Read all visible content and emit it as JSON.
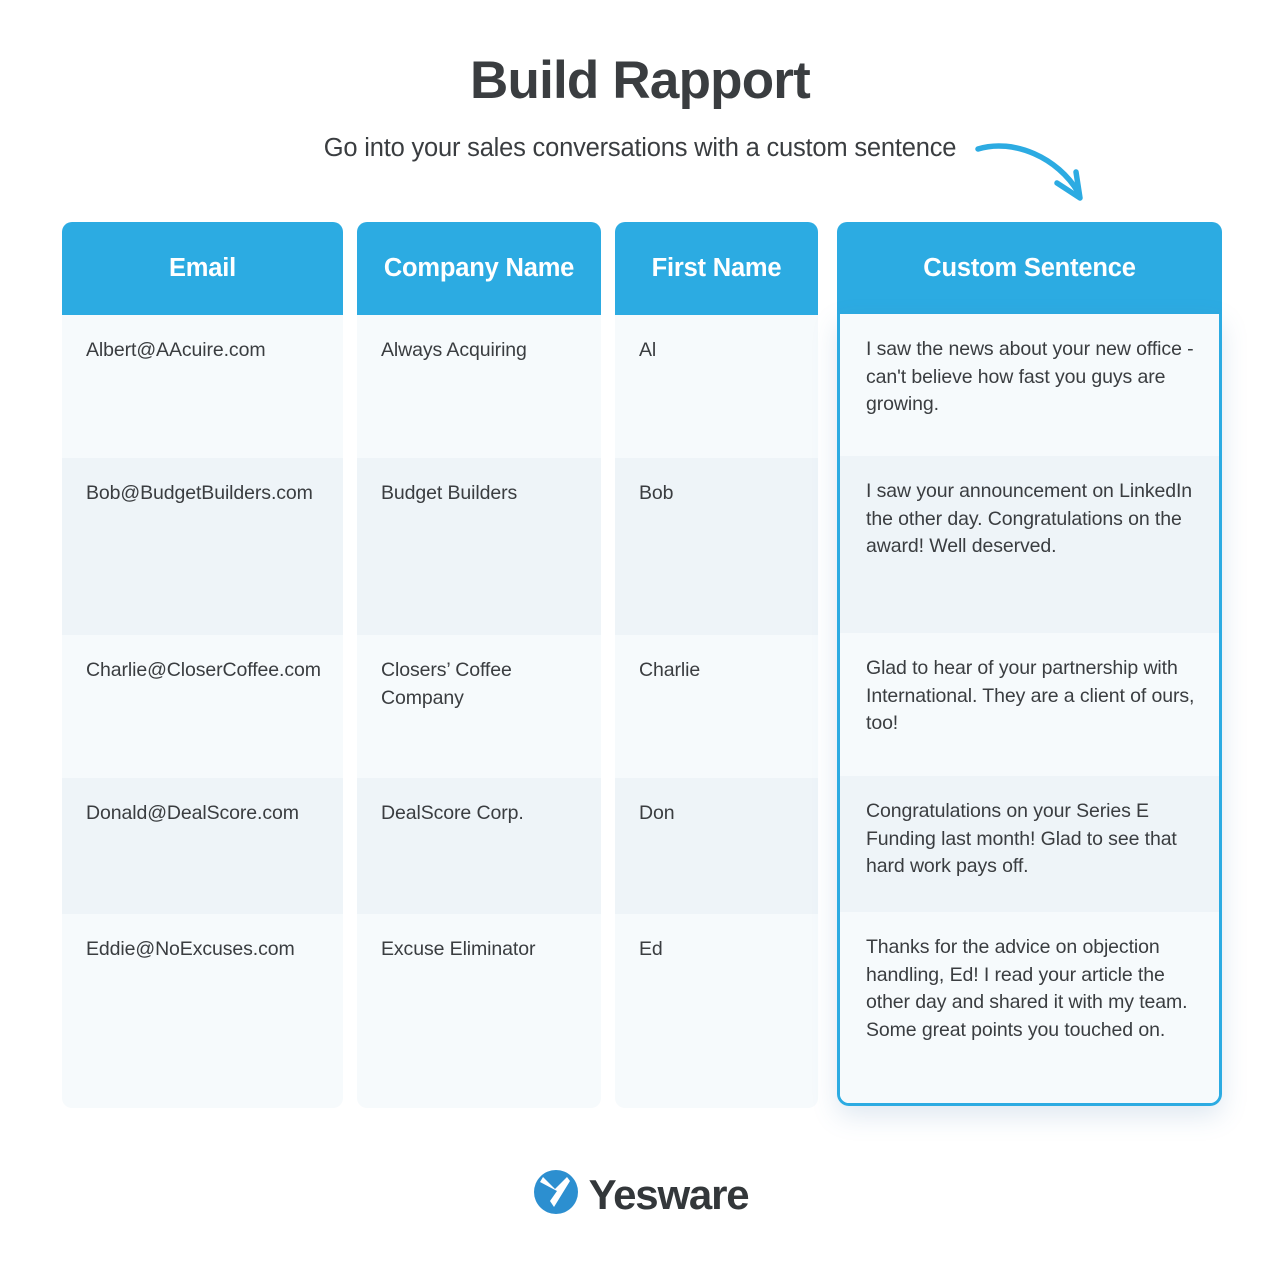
{
  "header": {
    "title": "Build Rapport",
    "subtitle": "Go into your sales conversations with a custom sentence",
    "arrow_icon": "curved-arrow-icon"
  },
  "colors": {
    "accent": "#2cabe2",
    "text": "#3a3d40",
    "row_light": "#f6fafc",
    "row_dark": "#eef4f8",
    "logo_blue": "#2c8fd0"
  },
  "table": {
    "columns": [
      {
        "key": "email",
        "label": "Email",
        "highlighted": false
      },
      {
        "key": "company",
        "label": "Company Name",
        "highlighted": false
      },
      {
        "key": "first_name",
        "label": "First Name",
        "highlighted": false
      },
      {
        "key": "custom_sentence",
        "label": "Custom Sentence",
        "highlighted": true
      }
    ],
    "rows": [
      {
        "email": "Albert@AAcuire.com",
        "company": "Always Acquiring",
        "first_name": "Al",
        "custom_sentence": "I saw the news about your new office - can't believe how fast you guys are growing."
      },
      {
        "email": "Bob@BudgetBuilders.com",
        "company": "Budget Builders",
        "first_name": "Bob",
        "custom_sentence": "I saw your announcement on LinkedIn the other day. Congratulations on the award! Well deserved."
      },
      {
        "email": "Charlie@CloserCoffee.com",
        "company": "Closers’ Coffee Company",
        "first_name": "Charlie",
        "custom_sentence": "Glad to hear of your partnership with International. They are a client of ours, too!"
      },
      {
        "email": "Donald@DealScore.com",
        "company": "DealScore Corp.",
        "first_name": "Don",
        "custom_sentence": "Congratulations on your Series E Funding last month! Glad to see that hard work pays off."
      },
      {
        "email": "Eddie@NoExcuses.com",
        "company": "Excuse Eliminator",
        "first_name": "Ed",
        "custom_sentence": "Thanks for the advice on objection handling, Ed! I read your article the other day and shared it with my team. Some great points you touched on."
      }
    ]
  },
  "footer": {
    "brand": "Yesware",
    "logo_icon": "yesware-logo-icon"
  }
}
